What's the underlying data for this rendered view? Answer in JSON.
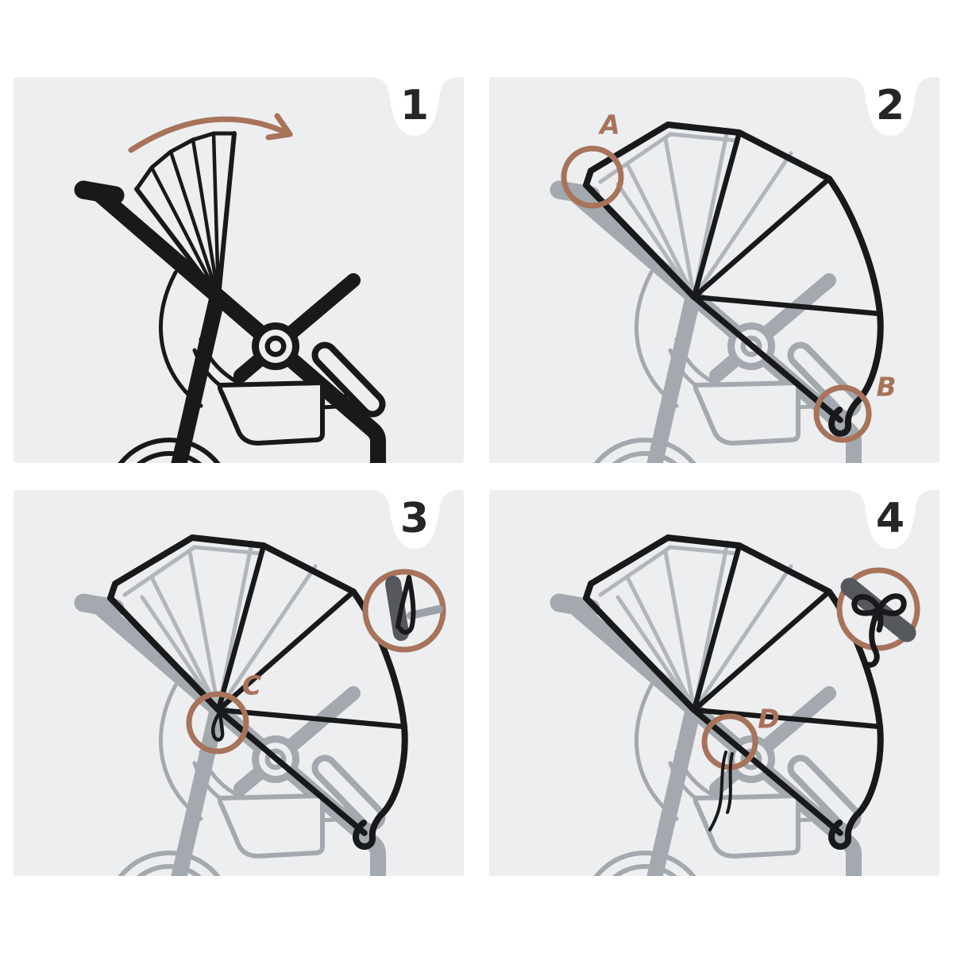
{
  "figure": {
    "kind": "stroller-net-installation-instructions",
    "background": "#ffffff",
    "panel_background": "#edeef0"
  },
  "colors": {
    "ink_black": "#17191b",
    "frame_gray": "#a3a9ae",
    "rib_gray": "#b0b6bb",
    "accent_copper": "#a7735a",
    "detail_dark_gray": "#55585c",
    "number_color": "#242628"
  },
  "panels": [
    {
      "number": "1",
      "icon": "open-canopy-arrow",
      "markers": []
    },
    {
      "number": "2",
      "icon": "net-draped-over-canopy",
      "markers": [
        {
          "letter": "A"
        },
        {
          "letter": "B"
        }
      ]
    },
    {
      "number": "3",
      "icon": "toggle-fastener-detail",
      "markers": [
        {
          "letter": "C"
        }
      ]
    },
    {
      "number": "4",
      "icon": "ribbon-bow-detail",
      "markers": [
        {
          "letter": "D"
        }
      ]
    }
  ]
}
